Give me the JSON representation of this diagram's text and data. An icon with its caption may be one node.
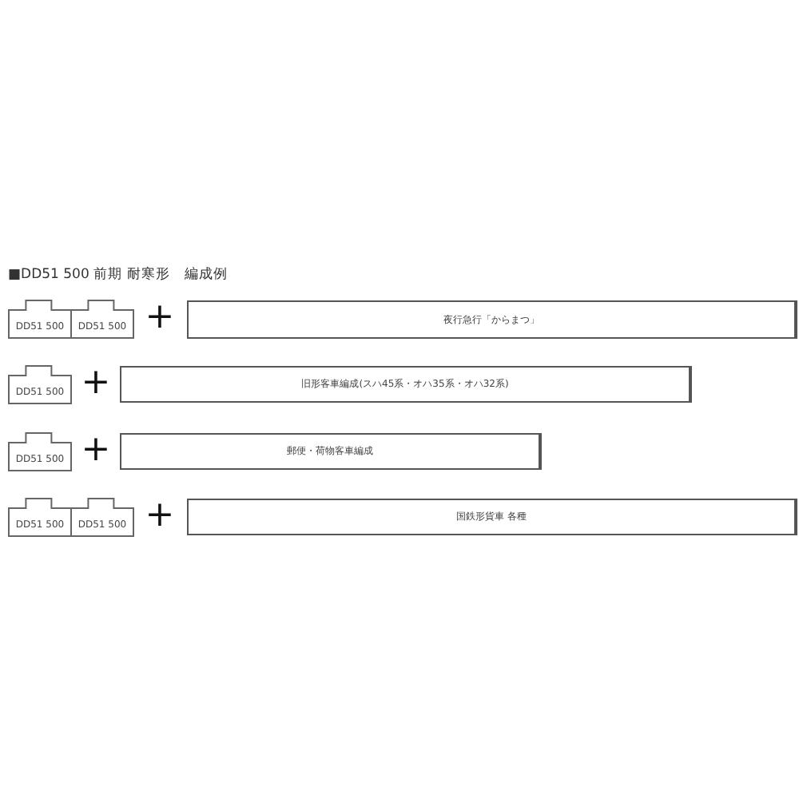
{
  "diagram": {
    "title": "■DD51 500 前期 耐寒形　編成例",
    "nodes": [
      {
        "text": [
          "DD51 500"
        ]
      },
      {
        "text": [
          "DD51 500"
        ]
      },
      {
        "text": [
          "夜行急行「からまつ」"
        ]
      },
      {
        "text": [
          "DD51 500"
        ]
      },
      {
        "text": [
          "旧形客車編成(スハ45系・オハ35系・オハ32系)"
        ]
      },
      {
        "text": [
          "DD51 500"
        ]
      },
      {
        "text": [
          "郵便・荷物客車編成"
        ]
      },
      {
        "text": [
          "DD51 500"
        ]
      },
      {
        "text": [
          "DD51 500"
        ]
      },
      {
        "text": [
          "国鉄形貨車 各種"
        ]
      }
    ],
    "labels": [
      "+",
      "+",
      "+",
      "+"
    ]
  }
}
